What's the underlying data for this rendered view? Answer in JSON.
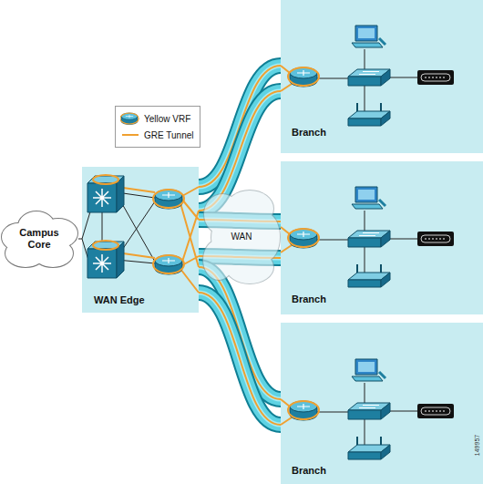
{
  "diagram": {
    "nodes": [
      {
        "text": [
          "Campus Core"
        ]
      },
      {
        "text": [
          "WAN Edge"
        ]
      },
      {
        "text": [
          "WAN"
        ]
      },
      {
        "text": [
          "Branch"
        ]
      },
      {
        "text": [
          "Branch"
        ]
      },
      {
        "text": [
          "Branch"
        ]
      }
    ],
    "edges": [
      {
        "from": 0,
        "to": 1,
        "arrow": "none"
      },
      {
        "from": 1,
        "to": 3,
        "arrow": "none"
      },
      {
        "from": 1,
        "to": 3,
        "arrow": "none"
      },
      {
        "from": 1,
        "to": 4,
        "arrow": "none"
      },
      {
        "from": 1,
        "to": 4,
        "arrow": "none"
      },
      {
        "from": 1,
        "to": 5,
        "arrow": "none"
      },
      {
        "from": 1,
        "to": 5,
        "arrow": "none"
      }
    ],
    "labels": [
      "149957"
    ],
    "legend": [
      {
        "text": "Yellow VRF"
      },
      {
        "text": "GRE Tunnel"
      }
    ]
  }
}
